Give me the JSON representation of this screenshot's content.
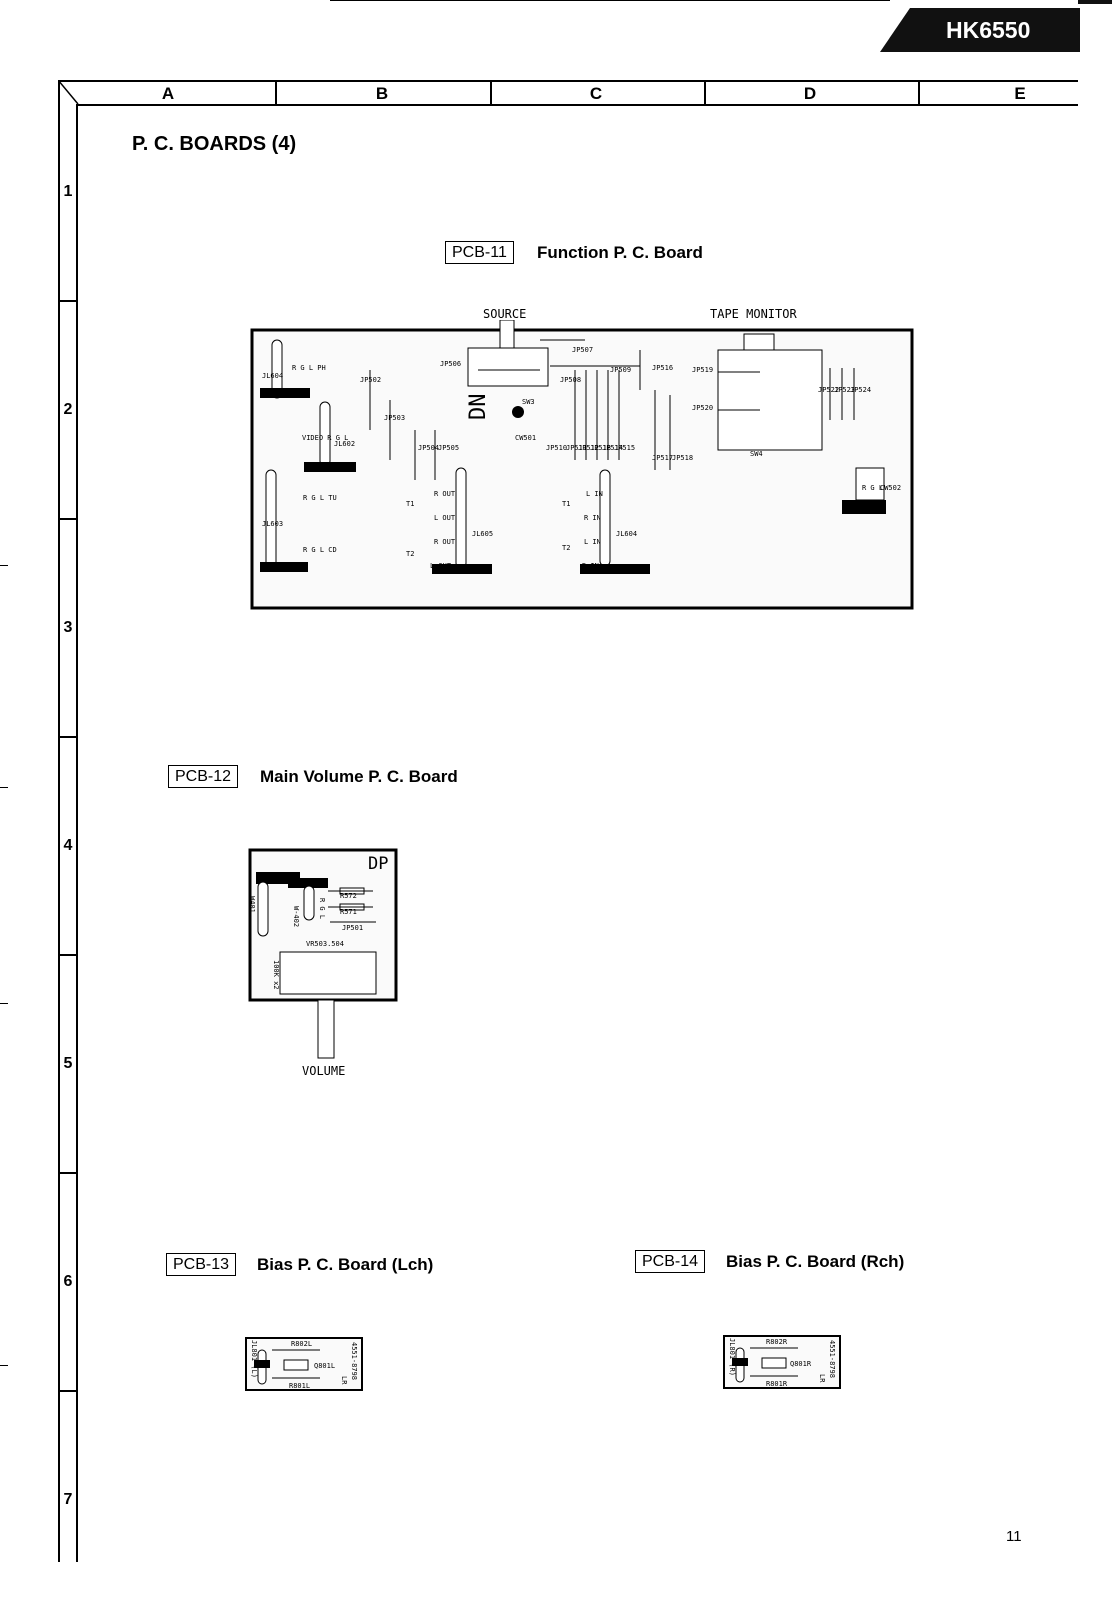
{
  "header": {
    "model": "HK6550"
  },
  "grid": {
    "columns": [
      "A",
      "B",
      "C",
      "D",
      "E"
    ],
    "rows": [
      "1",
      "2",
      "3",
      "4",
      "5",
      "6",
      "7"
    ]
  },
  "page_title": "P. C. BOARDS (4)",
  "pcb11": {
    "tag": "PCB-11",
    "title": "Function P. C. Board",
    "labels": {
      "source": "SOURCE",
      "tape_monitor": "TAPE MONITOR",
      "sw3": "SW3",
      "sw4": "SW4",
      "cw501": "CW501",
      "cw502": "CW502",
      "jl604": "JL604",
      "jl602": "JL602",
      "jl603": "JL603",
      "jl605": "JL605",
      "jl604b": "JL604",
      "jp502": "JP502",
      "jp503": "JP503",
      "jp504": "JP504",
      "jp505": "JP505",
      "jp506": "JP506",
      "jp507": "JP507",
      "jp508": "JP508",
      "jp509": "JP509",
      "jp510": "JP510",
      "jp511": "JP511",
      "jp512": "JP512",
      "jp513": "JP513",
      "jp514": "JP514",
      "jp515": "JP515",
      "jp516": "JP516",
      "jp517": "JP517",
      "jp518": "JP518",
      "jp519": "JP519",
      "jp520": "JP520",
      "jp522": "JP522",
      "jp523": "JP523",
      "jp524": "JP524",
      "ph": "R G L PH",
      "video": "VIDEO R G L",
      "tu": "R G L TU",
      "cd": "R G L CD",
      "t1": "T1",
      "t2": "T2",
      "t1b": "T1",
      "t2b": "T2",
      "r_out": "R OUT",
      "l_out": "L OUT",
      "r_out2": "R OUT",
      "l_out2": "L OUT",
      "l_in": "L IN",
      "r_in": "R IN",
      "l_in2": "L IN",
      "r_in2": "R IN",
      "g": "G",
      "rgl": "R G L",
      "dn": "DN"
    }
  },
  "pcb12": {
    "tag": "PCB-12",
    "title": "Main Volume P. C. Board",
    "labels": {
      "dp": "DP",
      "w401": "W401",
      "w402": "W-402",
      "r572": "R572",
      "r571": "R571",
      "jp501": "JP501",
      "vr": "VR503.504",
      "res": "100K x2",
      "volume": "VOLUME",
      "rgl": "R G L"
    }
  },
  "pcb13": {
    "tag": "PCB-13",
    "title": "Bias P. C. Board (Lch)",
    "labels": {
      "r802": "R802L",
      "q801": "Q801L",
      "r801": "R801L",
      "code": "4551-8798",
      "lr": "LR",
      "jl": "JL801 (L)"
    }
  },
  "pcb14": {
    "tag": "PCB-14",
    "title": "Bias P. C. Board (Rch)",
    "labels": {
      "r802": "R802R",
      "q801": "Q801R",
      "r801": "R801R",
      "code": "4551-8798",
      "lr": "LR",
      "jl": "JL801 (R)"
    }
  },
  "page_number": "11"
}
